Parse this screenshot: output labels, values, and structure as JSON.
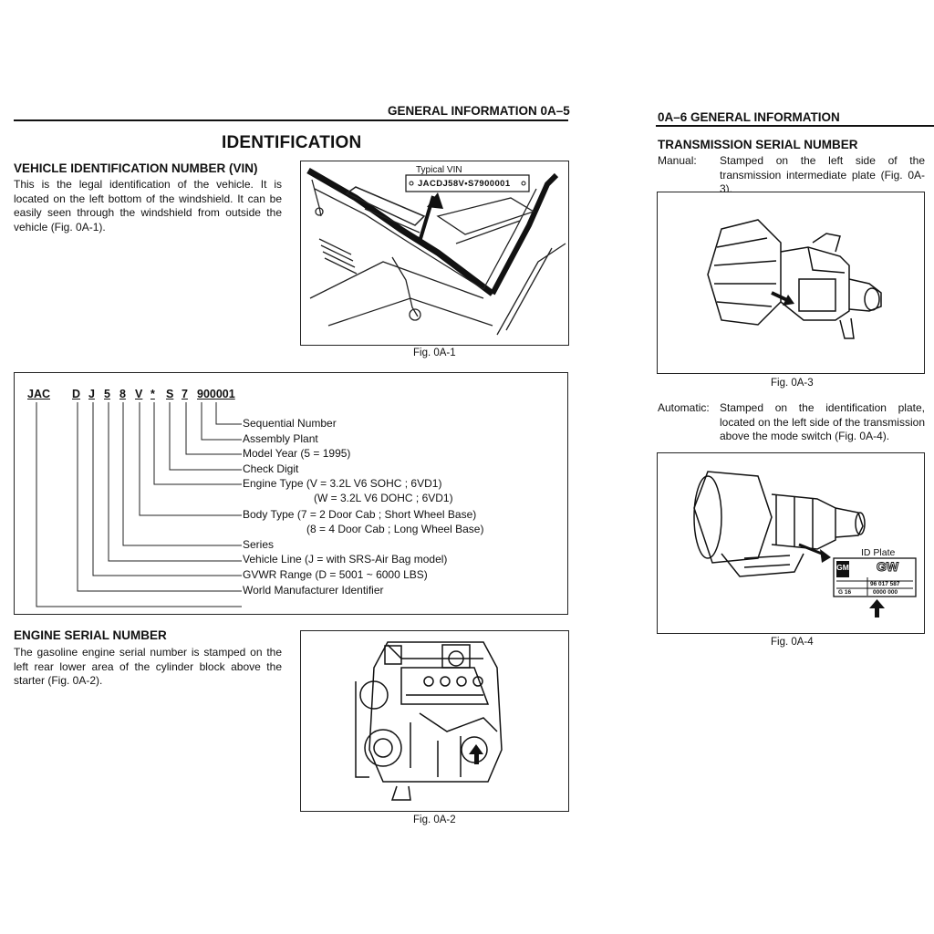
{
  "left_page": {
    "header": "GENERAL INFORMATION  0A–5",
    "title": "IDENTIFICATION",
    "vin_section": {
      "heading": "VEHICLE IDENTIFICATION NUMBER (VIN)",
      "body": "This is the legal identification of the vehicle. It is located on the left bottom of the windshield. It can be easily seen through the windshield from outside the vehicle (Fig. 0A-1).",
      "figure_label": "Typical VIN",
      "plate_text": "JACDJ58V•S7900001",
      "caption": "Fig. 0A-1"
    },
    "vin_code": {
      "chars": [
        "JAC",
        "D",
        "J",
        "5",
        "8",
        "V",
        "*",
        "S",
        "7",
        "900001"
      ],
      "labels": [
        "Sequential Number",
        "Assembly Plant",
        "Model Year (5 = 1995)",
        "Check Digit",
        "Engine Type  (V = 3.2L V6 SOHC ; 6VD1)",
        "(W = 3.2L V6 DOHC ; 6VD1)",
        "Body Type  (7 = 2 Door Cab ; Short Wheel Base)",
        "(8 = 4 Door Cab ; Long Wheel Base)",
        "Series",
        "Vehicle Line  (J = with SRS-Air Bag model)",
        "GVWR Range  (D = 5001 ~ 6000 LBS)",
        "World Manufacturer Identifier"
      ]
    },
    "engine_section": {
      "heading": "ENGINE SERIAL NUMBER",
      "body": "The gasoline engine serial number is stamped on the left rear lower area of the cylinder block above the starter (Fig. 0A-2).",
      "caption": "Fig. 0A-2"
    }
  },
  "right_page": {
    "header": "0A–6  GENERAL INFORMATION",
    "heading": "TRANSMISSION SERIAL NUMBER",
    "manual_label": "Manual:",
    "manual_text": "Stamped on the left side of the transmission intermediate plate (Fig. 0A-3).",
    "caption_3": "Fig. 0A-3",
    "automatic_label": "Automatic:",
    "automatic_text": "Stamped on the identification plate, located on the left side of the transmission above the mode switch (Fig. 0A-4).",
    "id_plate_label": "ID Plate",
    "id_plate": {
      "logo": "GM",
      "brand": "GW",
      "part": "96 017 587",
      "code": "G 16",
      "serial": "0000 000"
    },
    "caption_4": "Fig. 0A-4"
  }
}
